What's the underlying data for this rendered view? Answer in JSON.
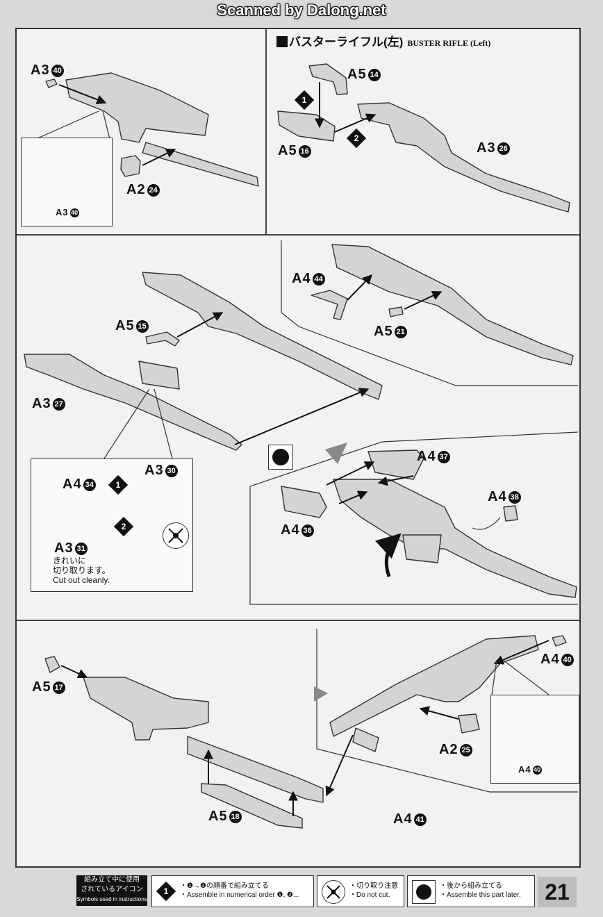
{
  "watermark": "Scanned by Dalong.net",
  "section_title": {
    "jp": "バスターライフル(左)",
    "en": "BUSTER RIFLE (Left)"
  },
  "parts": {
    "a3_40": {
      "code": "A3",
      "num": "40"
    },
    "a2_24": {
      "code": "A2",
      "num": "24"
    },
    "a5_14": {
      "code": "A5",
      "num": "14"
    },
    "a5_16": {
      "code": "A5",
      "num": "16"
    },
    "a3_26": {
      "code": "A3",
      "num": "26"
    },
    "a4_44": {
      "code": "A4",
      "num": "44"
    },
    "a5_21": {
      "code": "A5",
      "num": "21"
    },
    "a5_15": {
      "code": "A5",
      "num": "15"
    },
    "a3_27": {
      "code": "A3",
      "num": "27"
    },
    "a4_34": {
      "code": "A4",
      "num": "34"
    },
    "a3_30": {
      "code": "A3",
      "num": "30"
    },
    "a3_31": {
      "code": "A3",
      "num": "31"
    },
    "a4_37": {
      "code": "A4",
      "num": "37"
    },
    "a4_38": {
      "code": "A4",
      "num": "38"
    },
    "a4_36": {
      "code": "A4",
      "num": "36"
    },
    "a5_17": {
      "code": "A5",
      "num": "17"
    },
    "a4_40": {
      "code": "A4",
      "num": "40"
    },
    "a2_25": {
      "code": "A2",
      "num": "25"
    },
    "a5_18": {
      "code": "A5",
      "num": "18"
    },
    "a4_41": {
      "code": "A4",
      "num": "41"
    }
  },
  "steps": {
    "one": "1",
    "two": "2"
  },
  "cut_note": {
    "jp_line1": "きれいに",
    "jp_line2": "切り取ります。",
    "en": "Cut out cleanly."
  },
  "legend": {
    "title_jp1": "組み立て中に使用",
    "title_jp2": "されているアイコン",
    "title_en": "Symbols used in instructions",
    "order_jp": "・❶→❷の順番で組み立てる",
    "order_en": "・Assemble in numerical order ❶, ❷...",
    "cut_jp": "・切り取り注意",
    "cut_en": "・Do not cut.",
    "later_jp": "・後から組み立てる",
    "later_en": "・Assemble this part later."
  },
  "page_number": "21"
}
